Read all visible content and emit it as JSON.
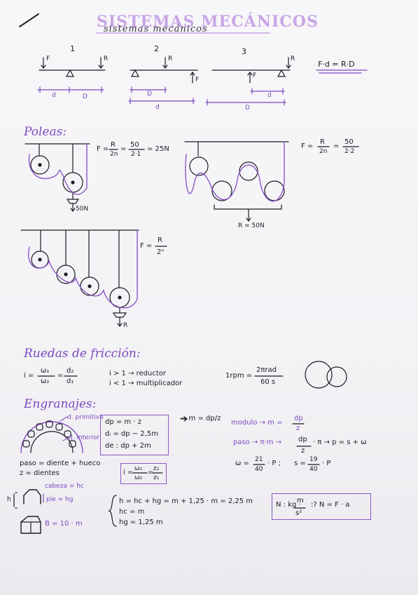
{
  "title": "SISTEMAS MECÁNICOS",
  "subtitle": "sistemas mecánicos",
  "levers": {
    "label1": "1",
    "label2": "2",
    "label3": "3",
    "force_F": "F",
    "force_R": "R",
    "dist_d": "d",
    "dist_D": "D",
    "formula": "F·d = R·D"
  },
  "poleas": {
    "heading": "Poleas:",
    "formula1_lhs": "F =",
    "formula1_num": "R",
    "formula1_den": "2n",
    "formula1_eq": "=",
    "formula1_num2": "50",
    "formula1_den2": "2·1",
    "formula1_res": "= 25N",
    "load1": "50N",
    "formula2_lhs": "F =",
    "formula2_num": "R",
    "formula2_den": "2n",
    "formula2_eq": "=",
    "formula2_num2": "50",
    "formula2_den2": "2·2",
    "load2": "R = 50N",
    "formula3_lhs": "F =",
    "formula3_num": "R",
    "formula3_den": "2ⁿ",
    "load3": "R"
  },
  "friccion": {
    "heading": "Ruedas de fricción:",
    "i_lhs": "i =",
    "w1": "ω₁",
    "w2": "ω₂",
    "eq": "=",
    "d2": "d₂",
    "d1": "d₁",
    "rule1": "i > 1 → reductor",
    "rule2": "i < 1 → multiplicador",
    "rpm_lhs": "1rpm =",
    "rpm_num": "2πrad",
    "rpm_den": "60 s"
  },
  "engranajes": {
    "heading": "Engranajes:",
    "d_primitiva": "d. primitiva",
    "d_interior": "d. interior",
    "box1_line1": "dp = m · z",
    "box1_line2": "dᵢ = dp − 2,5m",
    "box1_line3": "de : dp + 2m",
    "arrow_m": "→ m = dp/z",
    "modulo": "modulo → m =",
    "modulo_num": "dp",
    "modulo_den": "z",
    "paso": "paso → π·m →",
    "paso_frac_num": "dp",
    "paso_frac_den": "z",
    "paso_tail": "· π → p = s + ω",
    "paso_def": "paso = diente + hueco",
    "z_def": "z = dientes",
    "box2_lhs": "i =",
    "box2_w1": "ω₁",
    "box2_w2": "ω₂",
    "box2_eq": "=",
    "box2_z2": "z₂",
    "box2_z1": "z₁",
    "w_lhs": "ω =",
    "w_num": "21",
    "w_den": "40",
    "w_tail": "· P  ;",
    "s_lhs": "s =",
    "s_num": "19",
    "s_den": "40",
    "s_tail": "· P",
    "cabeza": "cabeza = hc",
    "pie": "pie = hg",
    "h_label": "h",
    "B_def": "B = 10 · m",
    "h_line1": "h = hc + hg = m + 1,25 · m = 2,25 m",
    "h_line2": "hc = m",
    "h_line3": "hg = 1,25 m",
    "box3_lhs": "N : kg ·",
    "box3_num": "m",
    "box3_den": "s²",
    "box3_tail": ":? N = F · a"
  }
}
